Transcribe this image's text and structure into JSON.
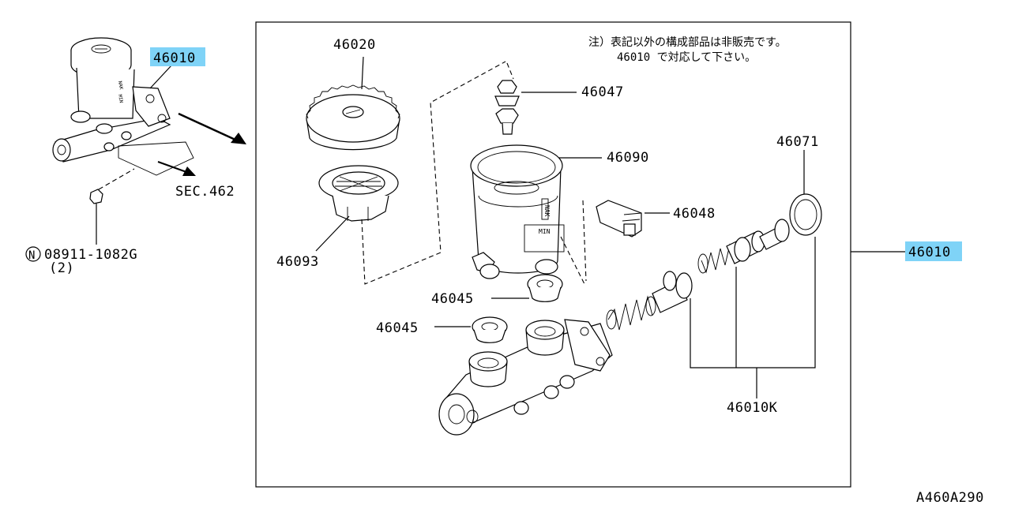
{
  "diagram_id": "A460A290",
  "note": {
    "line1": "注）表記以外の構成部品は非販売です。",
    "line2": "46010 で対応して下さい。"
  },
  "callouts": {
    "assembly_small": "46010",
    "sec_ref": "SEC.462",
    "nut_symbol": "N",
    "nut_part": "08911-1082G",
    "nut_qty": "(2)",
    "cap": "46020",
    "bolt": "46047",
    "reservoir": "46090",
    "filter": "46093",
    "switch": "46048",
    "seal_large": "46071",
    "assembly_right": "46010",
    "grommet_a": "46045",
    "grommet_b": "46045",
    "kit": "46010K"
  },
  "colors": {
    "highlight": "#7fd3f7",
    "line": "#000000"
  }
}
